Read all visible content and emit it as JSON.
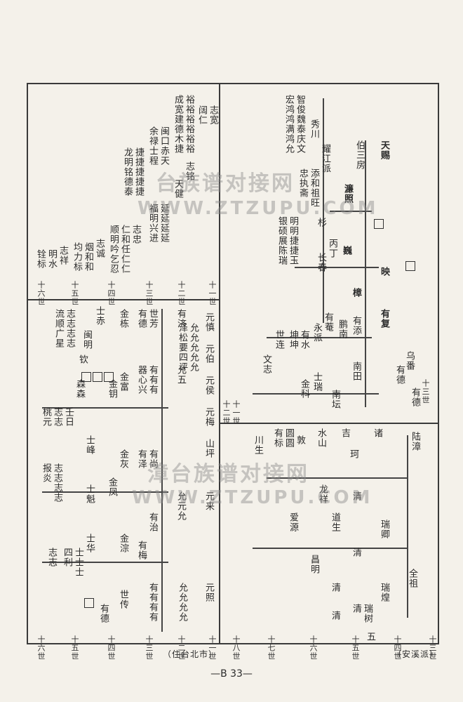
{
  "page_number": "—B 33—",
  "watermarks": {
    "top_cn": "台族谱对接网",
    "top_url": "WWW.ZTZUPU.COM",
    "mid_cn": "漳台族谱对接网",
    "mid_url": "WWW.ZTZUPU.COM"
  },
  "notes": {
    "bottom_left": "（住台北市）",
    "bottom_right": "（安溪派）"
  },
  "generations": {
    "right_bottom": [
      "十三世",
      "十四世",
      "十五世",
      "十六世",
      "十七世",
      "十八世"
    ],
    "left_top": [
      "十一世",
      "十二世",
      "十三世",
      "十四世",
      "十五世",
      "十六世"
    ],
    "left_bottom": [
      "十一世",
      "十二世",
      "十三世",
      "十四世",
      "十五世",
      "十六世"
    ],
    "mid_lower": [
      "十一世",
      "十二世"
    ]
  },
  "columns": {
    "top_right": [
      {
        "text": "天赐"
      },
      {
        "text": "伯三房"
      },
      {
        "text": "濂照"
      },
      {
        "text": "巍"
      },
      {
        "text": "映"
      },
      {
        "text": "樟"
      },
      {
        "text": "有复"
      },
      {
        "text": "乌番"
      },
      {
        "text": "有德"
      }
    ],
    "top_left_names": [
      {
        "text": "智俊魏泰庆文"
      },
      {
        "text": "宏鸿鸿满鸿允"
      },
      {
        "text": "秀川"
      },
      {
        "text": "耀江派"
      },
      {
        "text": "添和祖旺"
      },
      {
        "text": "忠执斋"
      },
      {
        "text": "明明捷捷玉"
      },
      {
        "text": "银硕展陈瑞"
      },
      {
        "text": "杉"
      },
      {
        "text": "丙丁"
      },
      {
        "text": "长春"
      }
    ],
    "upper_left_block": [
      {
        "text": "志宽"
      },
      {
        "text": "阔仁"
      },
      {
        "text": "裕裕裕裕裕裕"
      },
      {
        "text": "成宽建德木捷"
      },
      {
        "text": "闽口赤天"
      },
      {
        "text": "余禄士程"
      },
      {
        "text": "捷捷捷捷捷"
      },
      {
        "text": "龙明铭德泰"
      },
      {
        "text": "志铭"
      },
      {
        "text": "天健"
      },
      {
        "text": "延延延延"
      },
      {
        "text": "福明兴进"
      },
      {
        "text": "志忠"
      },
      {
        "text": "仁和任仁仁"
      },
      {
        "text": "顺明吟乞忍"
      },
      {
        "text": "志诚"
      },
      {
        "text": "烟和和"
      },
      {
        "text": "均力标"
      },
      {
        "text": "志祥"
      },
      {
        "text": "明水"
      },
      {
        "text": "铨标"
      }
    ],
    "lower_left_block": [
      {
        "text": "元慎"
      },
      {
        "text": "元伯"
      },
      {
        "text": "元侯"
      },
      {
        "text": "元梅"
      },
      {
        "text": "有济"
      },
      {
        "text": "允允允允允"
      },
      {
        "text": "泽松要四评"
      },
      {
        "text": "世芳"
      },
      {
        "text": "有德"
      },
      {
        "text": "金栋"
      },
      {
        "text": "士赤"
      },
      {
        "text": "志志志志"
      },
      {
        "text": "流顺广星"
      },
      {
        "text": "闽明"
      },
      {
        "text": "钦"
      },
      {
        "text": "有有有"
      },
      {
        "text": "器心兴"
      },
      {
        "text": "允五"
      },
      {
        "text": "山坪"
      },
      {
        "text": "金富"
      },
      {
        "text": "金钥"
      },
      {
        "text": "森森"
      },
      {
        "text": "壬日"
      },
      {
        "text": "志志"
      },
      {
        "text": "桃元"
      },
      {
        "text": "有尚"
      },
      {
        "text": "有泽"
      },
      {
        "text": "金灰"
      },
      {
        "text": "金凤"
      },
      {
        "text": "士峰"
      },
      {
        "text": "士魁"
      },
      {
        "text": "士华"
      },
      {
        "text": "志志志志"
      },
      {
        "text": "报炎"
      },
      {
        "text": "元来"
      },
      {
        "text": "允元允"
      },
      {
        "text": "有治"
      },
      {
        "text": "有梅"
      },
      {
        "text": "金淙"
      },
      {
        "text": "士士士"
      },
      {
        "text": "四利"
      },
      {
        "text": "志志"
      },
      {
        "text": "元照"
      },
      {
        "text": "允允允允"
      },
      {
        "text": "有有有有"
      },
      {
        "text": "世传"
      },
      {
        "text": "有德"
      }
    ],
    "right_middle": [
      {
        "text": "有添"
      },
      {
        "text": "鹏南"
      },
      {
        "text": "南田"
      },
      {
        "text": "有菴"
      },
      {
        "text": "永派"
      },
      {
        "text": "有水"
      },
      {
        "text": "坤坤"
      },
      {
        "text": "世连"
      },
      {
        "text": "文志"
      },
      {
        "text": "士瑞"
      },
      {
        "text": "金科"
      },
      {
        "text": "十三世"
      },
      {
        "text": "有德"
      },
      {
        "text": "南坛"
      }
    ],
    "right_bottom": [
      {
        "text": "陆漳"
      },
      {
        "text": "吉"
      },
      {
        "text": "诸"
      },
      {
        "text": "珂"
      },
      {
        "text": "水山"
      },
      {
        "text": "敦"
      },
      {
        "text": "圆圆"
      },
      {
        "text": "有标"
      },
      {
        "text": "川生"
      },
      {
        "text": "清"
      },
      {
        "text": "龙祥"
      },
      {
        "text": "道生"
      },
      {
        "text": "瑞卿"
      },
      {
        "text": "清"
      },
      {
        "text": "瑞煌"
      },
      {
        "text": "昌明"
      },
      {
        "text": "清"
      },
      {
        "text": "爱源"
      },
      {
        "text": "瑞树"
      },
      {
        "text": "清"
      },
      {
        "text": "清"
      },
      {
        "text": "全祖"
      },
      {
        "text": "五"
      }
    ]
  }
}
